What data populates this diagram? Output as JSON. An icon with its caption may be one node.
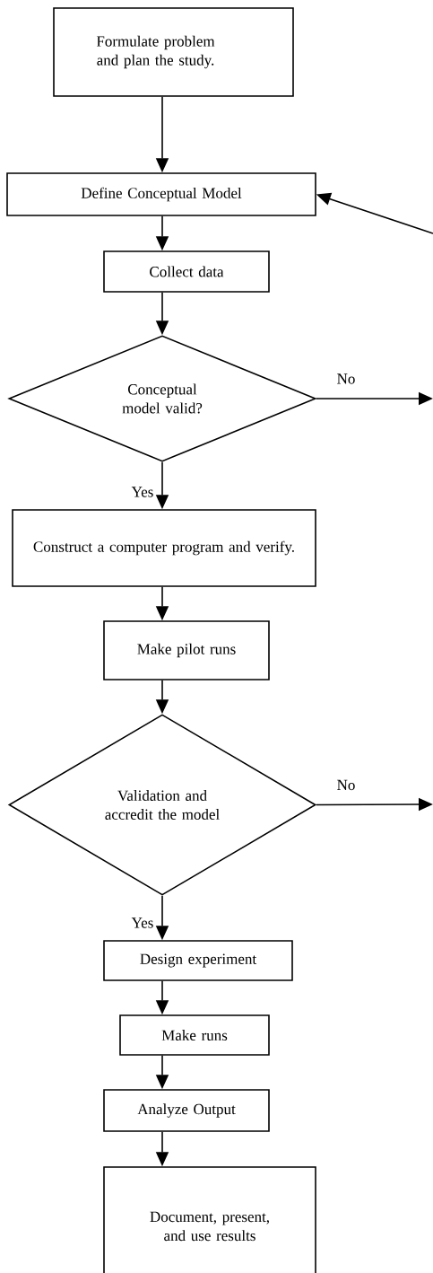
{
  "diagram": {
    "nodes": [
      {
        "text": [
          "Formulate problem and plan the study."
        ]
      },
      {
        "text": [
          "Define Conceptual Model"
        ]
      },
      {
        "text": [
          "Collect data"
        ]
      },
      {
        "text": [
          "Conceptual model valid?"
        ]
      },
      {
        "text": [
          "Construct a computer program and verify."
        ]
      },
      {
        "text": [
          "Make pilot runs"
        ]
      },
      {
        "text": [
          "Validation and accredit the model"
        ]
      },
      {
        "text": [
          "Design experiment"
        ]
      },
      {
        "text": [
          "Make runs"
        ]
      },
      {
        "text": [
          "Analyze Output"
        ]
      },
      {
        "text": [
          "Document, present, and use results"
        ]
      }
    ],
    "edges": [
      {
        "from": 0,
        "to": 1,
        "arrow": "to"
      },
      {
        "from": 1,
        "to": 2,
        "arrow": "to"
      },
      {
        "from": 2,
        "to": 3,
        "arrow": "to"
      },
      {
        "from": 3,
        "to": 4,
        "arrow": "to",
        "label": "Yes"
      },
      {
        "from": 3,
        "to": null,
        "arrow": "to",
        "label": "No"
      },
      {
        "from": 4,
        "to": 5,
        "arrow": "to"
      },
      {
        "from": 5,
        "to": 6,
        "arrow": "to"
      },
      {
        "from": 6,
        "to": 7,
        "arrow": "to",
        "label": "Yes"
      },
      {
        "from": 6,
        "to": null,
        "arrow": "to",
        "label": "No"
      },
      {
        "from": 7,
        "to": 8,
        "arrow": "to"
      },
      {
        "from": 8,
        "to": 9,
        "arrow": "to"
      },
      {
        "from": 9,
        "to": 10,
        "arrow": "to"
      },
      {
        "from": null,
        "to": 1,
        "arrow": "to"
      }
    ]
  }
}
